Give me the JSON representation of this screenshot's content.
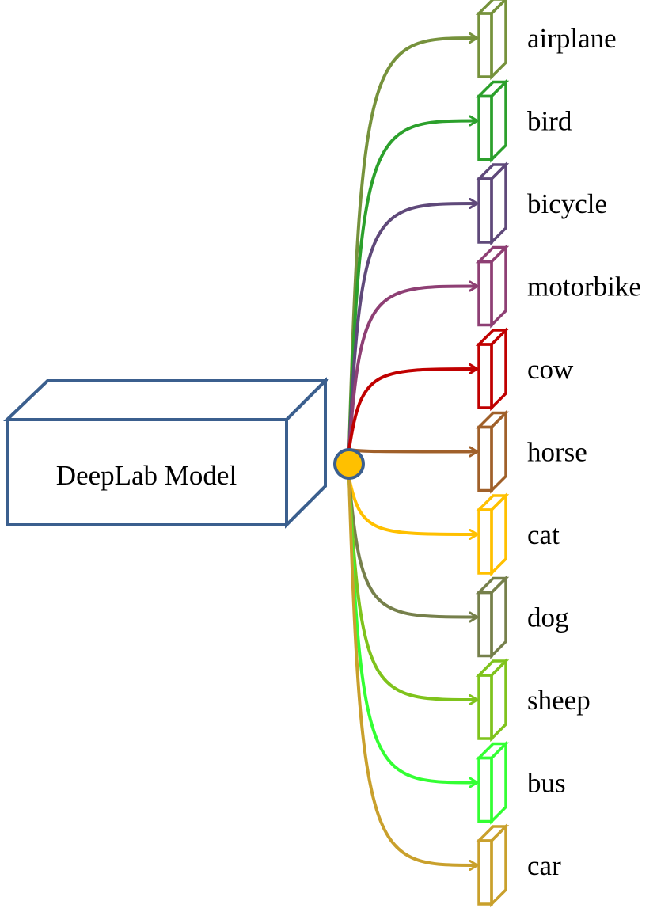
{
  "model": {
    "label": "DeepLab Model",
    "color": "#3B5F8E"
  },
  "hub": {
    "fill": "#FFC000",
    "stroke": "#3B5F8E"
  },
  "classes": [
    {
      "label": "airplane",
      "color": "#76923C"
    },
    {
      "label": "bird",
      "color": "#2CA02C"
    },
    {
      "label": "bicycle",
      "color": "#5F497A"
    },
    {
      "label": "motorbike",
      "color": "#8E3F74"
    },
    {
      "label": "cow",
      "color": "#C00000"
    },
    {
      "label": "horse",
      "color": "#A0602A"
    },
    {
      "label": "cat",
      "color": "#FFC000"
    },
    {
      "label": "dog",
      "color": "#76804B"
    },
    {
      "label": "sheep",
      "color": "#7FC31C"
    },
    {
      "label": "bus",
      "color": "#33FF33"
    },
    {
      "label": "car",
      "color": "#C9A02C"
    }
  ]
}
